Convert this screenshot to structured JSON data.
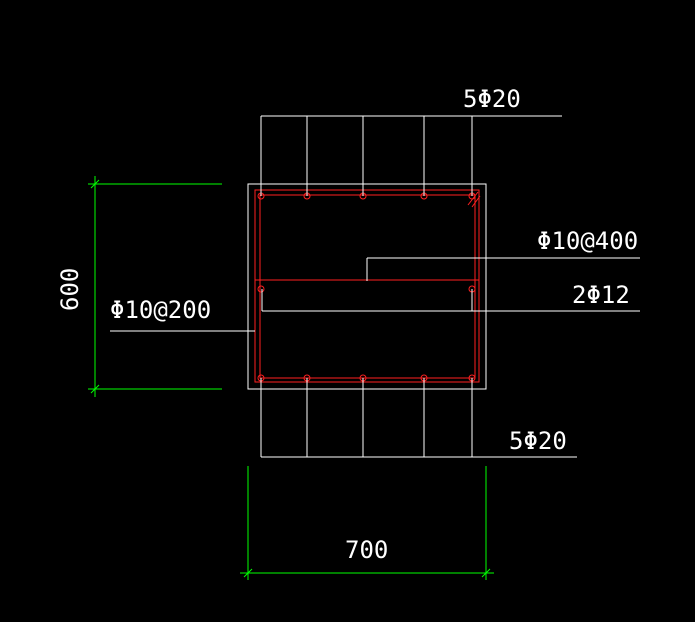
{
  "drawing": {
    "background": "#000000",
    "colors": {
      "outline": "#ffffff",
      "leader": "#ffffff",
      "rebar": "#ff2020",
      "dimension": "#00ff00",
      "text": "#ffffff"
    }
  },
  "labels": {
    "top_bars": "5Φ20",
    "bottom_bars": "5Φ20",
    "tie_spacing": "Φ10@400",
    "side_bars": "2Φ12",
    "stirrup": "Φ10@200"
  },
  "dimensions": {
    "height": "600",
    "width": "700"
  }
}
